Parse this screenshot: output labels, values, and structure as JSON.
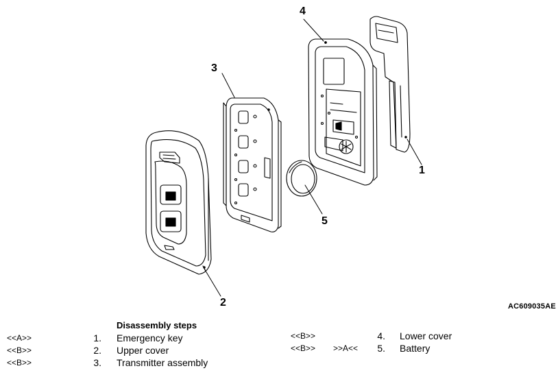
{
  "figure": {
    "callouts": [
      "1",
      "2",
      "3",
      "4",
      "5"
    ],
    "code": "AC609035AE"
  },
  "steps": {
    "title": "Disassembly steps",
    "left": [
      {
        "ref": "<<A>>",
        "ref2": "",
        "num": "1.",
        "name": "Emergency key"
      },
      {
        "ref": "<<B>>",
        "ref2": "",
        "num": "2.",
        "name": "Upper cover"
      },
      {
        "ref": "<<B>>",
        "ref2": "",
        "num": "3.",
        "name": "Transmitter assembly"
      }
    ],
    "right": [
      {
        "ref": "<<B>>",
        "ref2": "",
        "num": "4.",
        "name": "Lower cover"
      },
      {
        "ref": "<<B>>",
        "ref2": ">>A<<",
        "num": "5.",
        "name": "Battery"
      }
    ]
  }
}
